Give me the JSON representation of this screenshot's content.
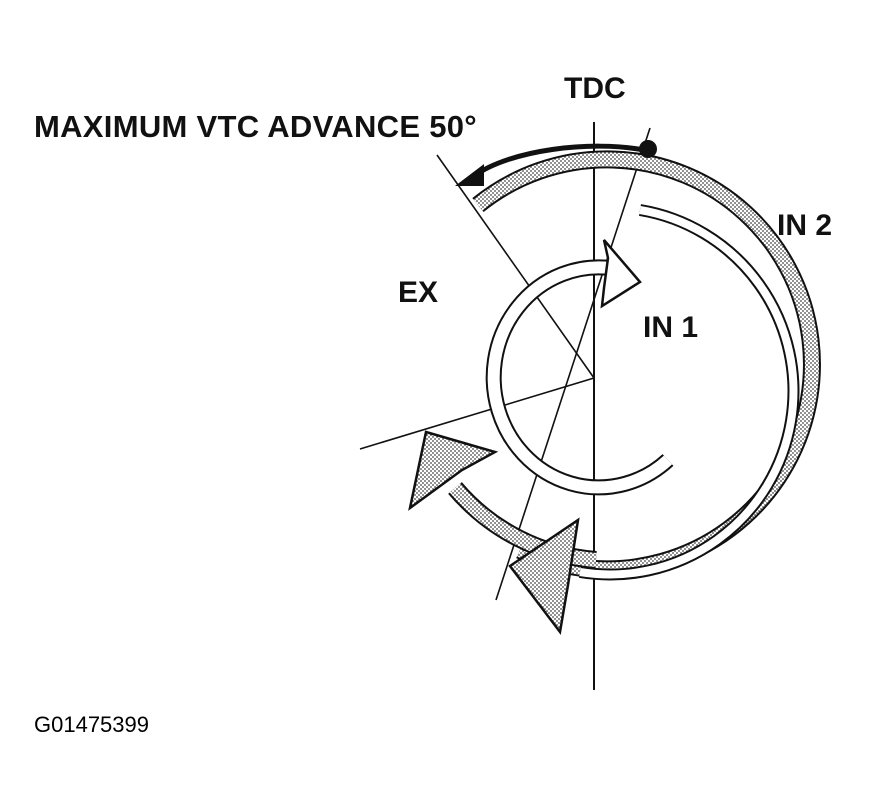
{
  "labels": {
    "title": "MAXIMUM VTC ADVANCE 50°",
    "tdc": "TDC",
    "ex": "EX",
    "in1": "IN 1",
    "in2": "IN 2",
    "figure_code": "G01475399"
  },
  "colors": {
    "ink": "#111111",
    "band_fill": "#c8c8c8",
    "arrow_fill": "#bdbdbd"
  }
}
